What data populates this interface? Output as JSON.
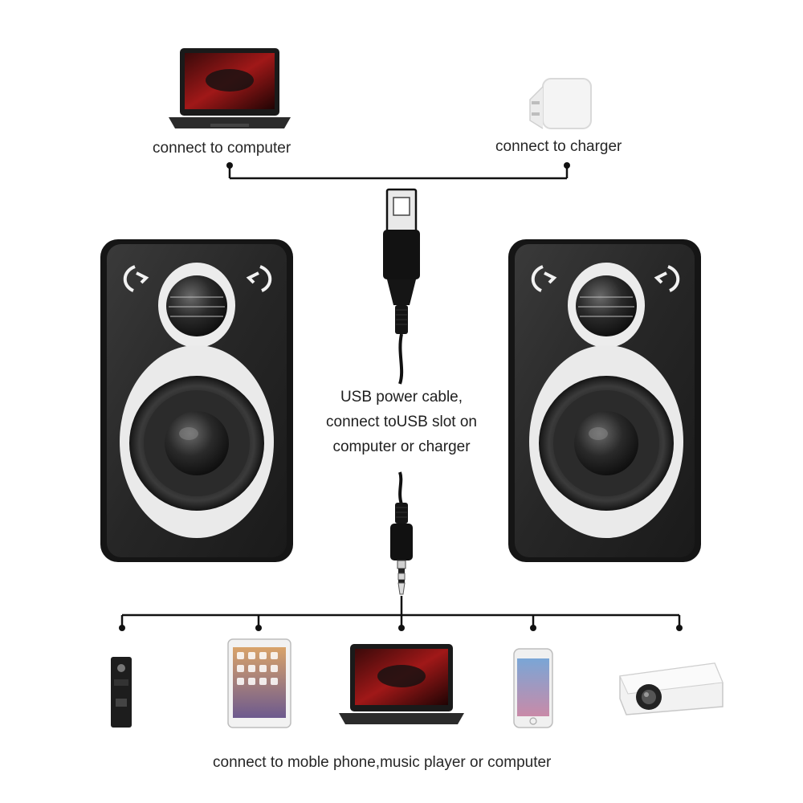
{
  "labels": {
    "computer": "connect to computer",
    "charger": "connect to charger",
    "cable_line1": "USB power cable,",
    "cable_line2": "connect toUSB slot on",
    "cable_line3": "computer or charger",
    "bottom": "connect to moble phone,music player or computer"
  },
  "colors": {
    "speaker_body": "#2a2a2a",
    "speaker_ring": "#e9e9e9",
    "line": "#111111"
  },
  "icons": [
    "laptop-icon",
    "charger-plug-icon",
    "usb-plug-icon",
    "audio-jack-icon",
    "music-player-icon",
    "tablet-icon",
    "phone-icon",
    "projector-icon"
  ]
}
